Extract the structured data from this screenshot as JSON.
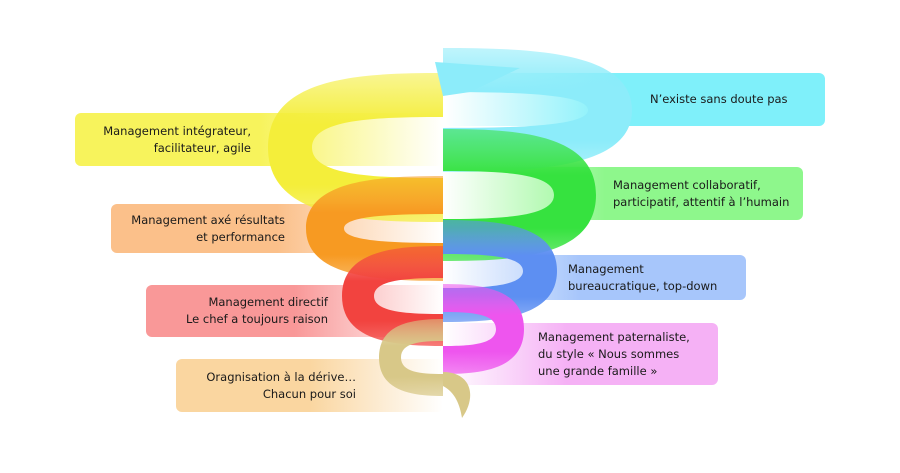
{
  "levels": [
    {
      "side": "right",
      "lines": [
        "N’existe sans doute pas"
      ],
      "color": "#7ff0fa",
      "band_color": "#8cecfa"
    },
    {
      "side": "left",
      "lines": [
        "Management intégrateur,",
        "facilitateur, agile"
      ],
      "color": "#f7f35c",
      "band_color": "#f4ee3a"
    },
    {
      "side": "right",
      "lines": [
        "Management collaboratif,",
        "participatif, attentif à l’humain"
      ],
      "color": "#8ef78c",
      "band_color": "#36e23f"
    },
    {
      "side": "left",
      "lines": [
        "Management axé résultats",
        "et performance"
      ],
      "color": "#fbc08a",
      "band_color": "#f79a22"
    },
    {
      "side": "right",
      "lines": [
        "Management",
        "bureaucratique, top-down"
      ],
      "color": "#a7c6fb",
      "band_color": "#5d8ff2"
    },
    {
      "side": "left",
      "lines": [
        "Management directif",
        "Le chef a toujours raison"
      ],
      "color": "#f99898",
      "band_color": "#f2433f"
    },
    {
      "side": "right",
      "lines": [
        "Management paternaliste,",
        "du style « Nous sommes",
        "une grande famille »"
      ],
      "color": "#f5b1f5",
      "band_color": "#ee55ee"
    },
    {
      "side": "left",
      "lines": [
        "Oragnisation à la dérive…",
        "Chacun pour soi"
      ],
      "color": "#fad6a0",
      "band_color": "#d8c888"
    }
  ]
}
